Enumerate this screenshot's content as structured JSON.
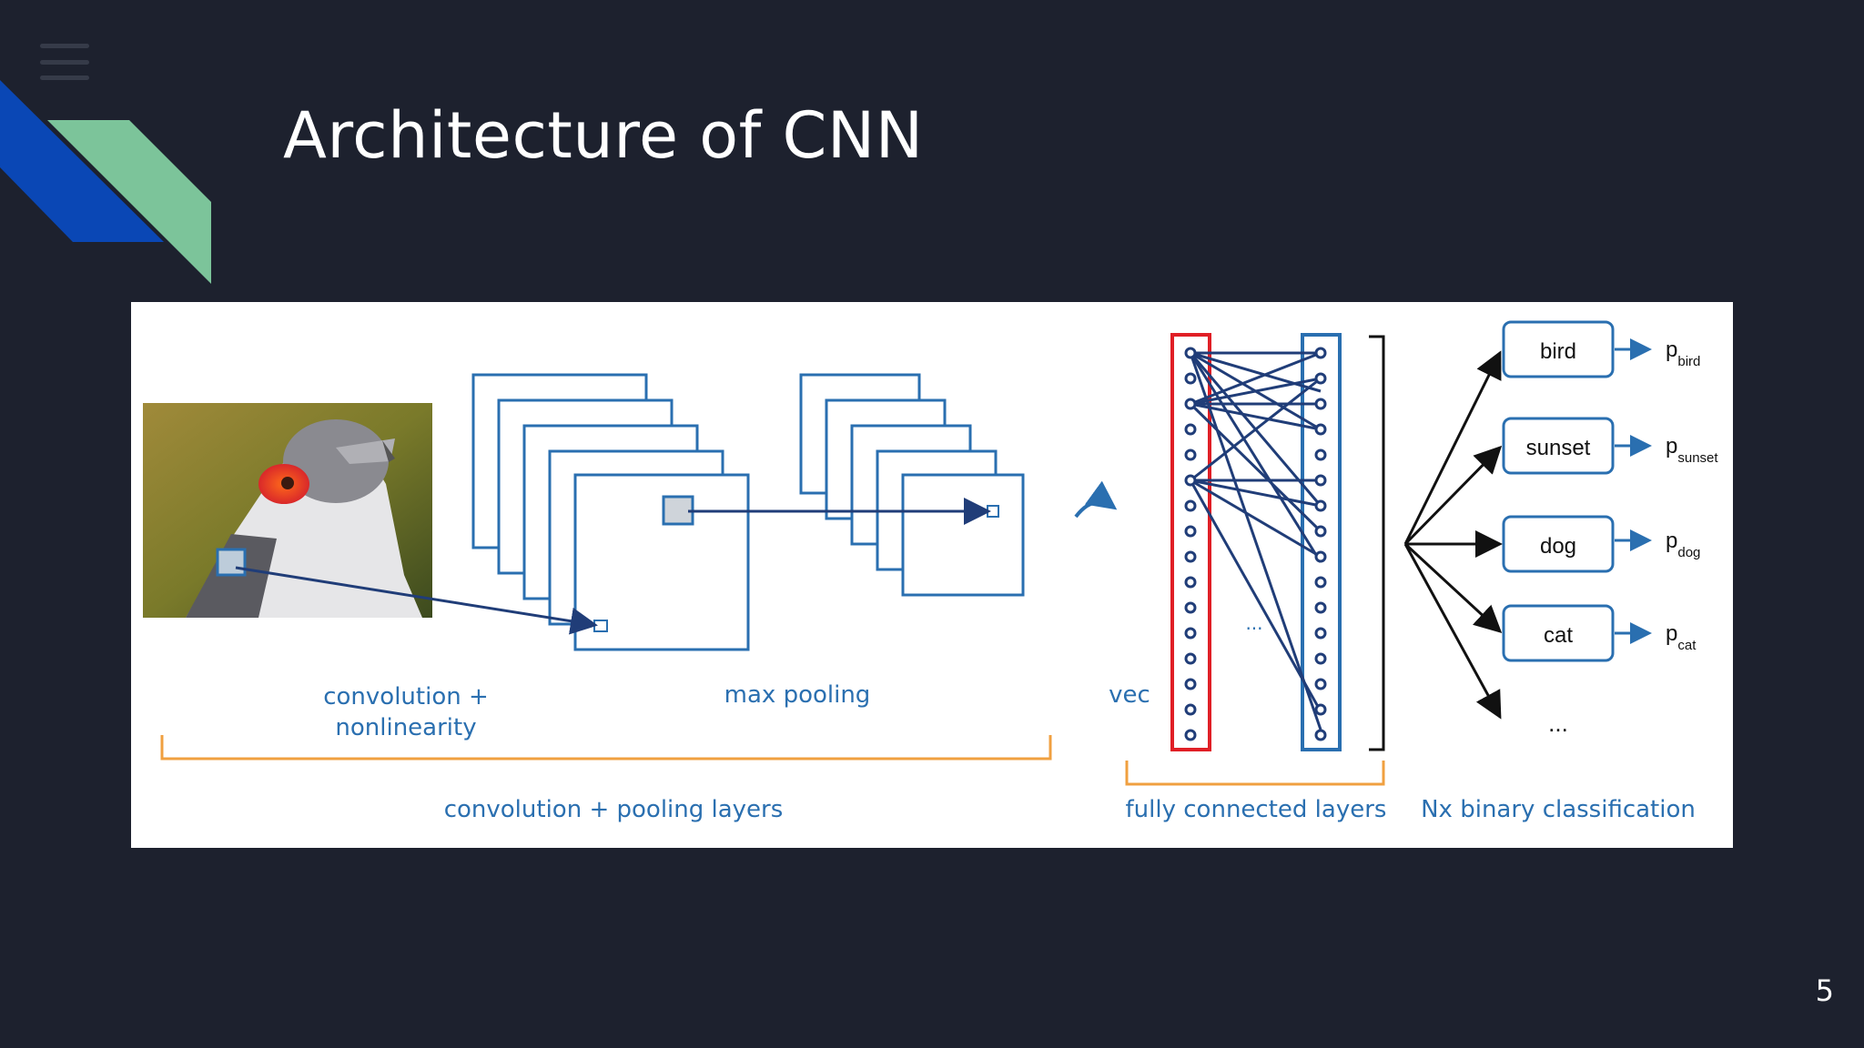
{
  "slide": {
    "title": "Architecture of CNN",
    "page_number": "5"
  },
  "diagram": {
    "conv_label_line1": "convolution +",
    "conv_label_line2": "nonlinearity",
    "pool_label": "max pooling",
    "vec_label": "vec",
    "dots_fc": "...",
    "classes": [
      "bird",
      "sunset",
      "dog",
      "cat"
    ],
    "prob_symbol": "p",
    "prob_subscripts": [
      "bird",
      "sunset",
      "dog",
      "cat"
    ],
    "more_classes": "...",
    "group_conv_pool": "convolution + pooling layers",
    "group_fc": "fully connected layers",
    "group_classification": "Nx binary classification"
  },
  "colors": {
    "background": "#1d212e",
    "accent_blue": "#0a47b5",
    "accent_green": "#7cc49a",
    "diagram_blue": "#2a6fb0",
    "bracket_orange": "#f0a040",
    "fc_red": "#e01f26",
    "fc_navy": "#203d78"
  },
  "icons": {
    "menu": "hamburger-menu-icon",
    "photo": "bird-photo"
  }
}
